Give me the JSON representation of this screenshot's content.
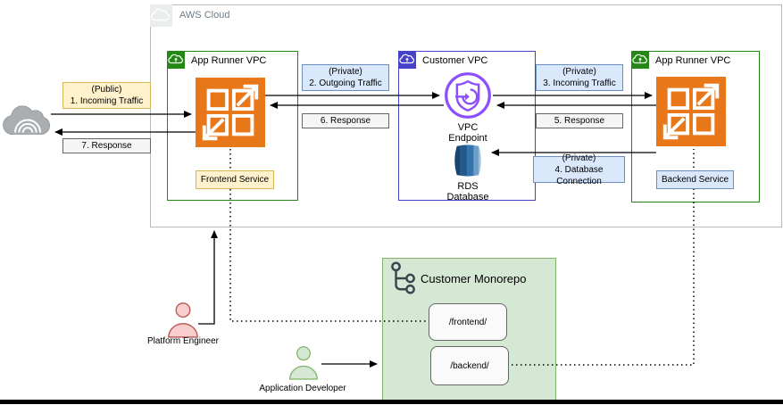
{
  "aws_cloud": {
    "label": "AWS Cloud"
  },
  "vpcs": {
    "left": {
      "label": "App Runner VPC",
      "service": "Frontend Service"
    },
    "customer": {
      "label": "Customer VPC",
      "endpoint": {
        "line1": "VPC",
        "line2": "Endpoint"
      },
      "rds": {
        "line1": "RDS",
        "line2": "Database"
      }
    },
    "right": {
      "label": "App Runner VPC",
      "service": "Backend Service"
    }
  },
  "flows": {
    "f1": {
      "line1": "(Public)",
      "line2": "1. Incoming Traffic"
    },
    "f2": {
      "line1": "(Private)",
      "line2": "2. Outgoing Traffic"
    },
    "f3": {
      "line1": "(Private)",
      "line2": "3. Incoming Traffic"
    },
    "f4": {
      "line1": "(Private)",
      "line2": "4. Database Connection"
    },
    "f5": {
      "text": "5. Response"
    },
    "f6": {
      "text": "6. Response"
    },
    "f7": {
      "text": "7. Response"
    }
  },
  "monorepo": {
    "title": "Customer Monorepo",
    "directories": [
      "/frontend/",
      "/backend/"
    ]
  },
  "actors": {
    "platform_engineer": "Platform Engineer",
    "application_developer": "Application Developer"
  },
  "colors": {
    "vpc_green": "#248814",
    "customer_vpc_blue": "#4642c9",
    "app_runner_orange": "#e8771a",
    "vpc_endpoint_purple": "#8c4fff",
    "label_yellow_bg": "#fff2cc",
    "label_yellow_border": "#d6b656",
    "label_blue_bg": "#dae8fc",
    "label_blue_border": "#6c8ebf",
    "label_gray_bg": "#f5f5f5",
    "monorepo_bg": "#d5e8d4",
    "monorepo_border": "#82b366",
    "engineer_pink": "#f8cecc",
    "engineer_pink_border": "#b85450",
    "developer_green": "#d5e8d4",
    "developer_green_border": "#82b366"
  }
}
